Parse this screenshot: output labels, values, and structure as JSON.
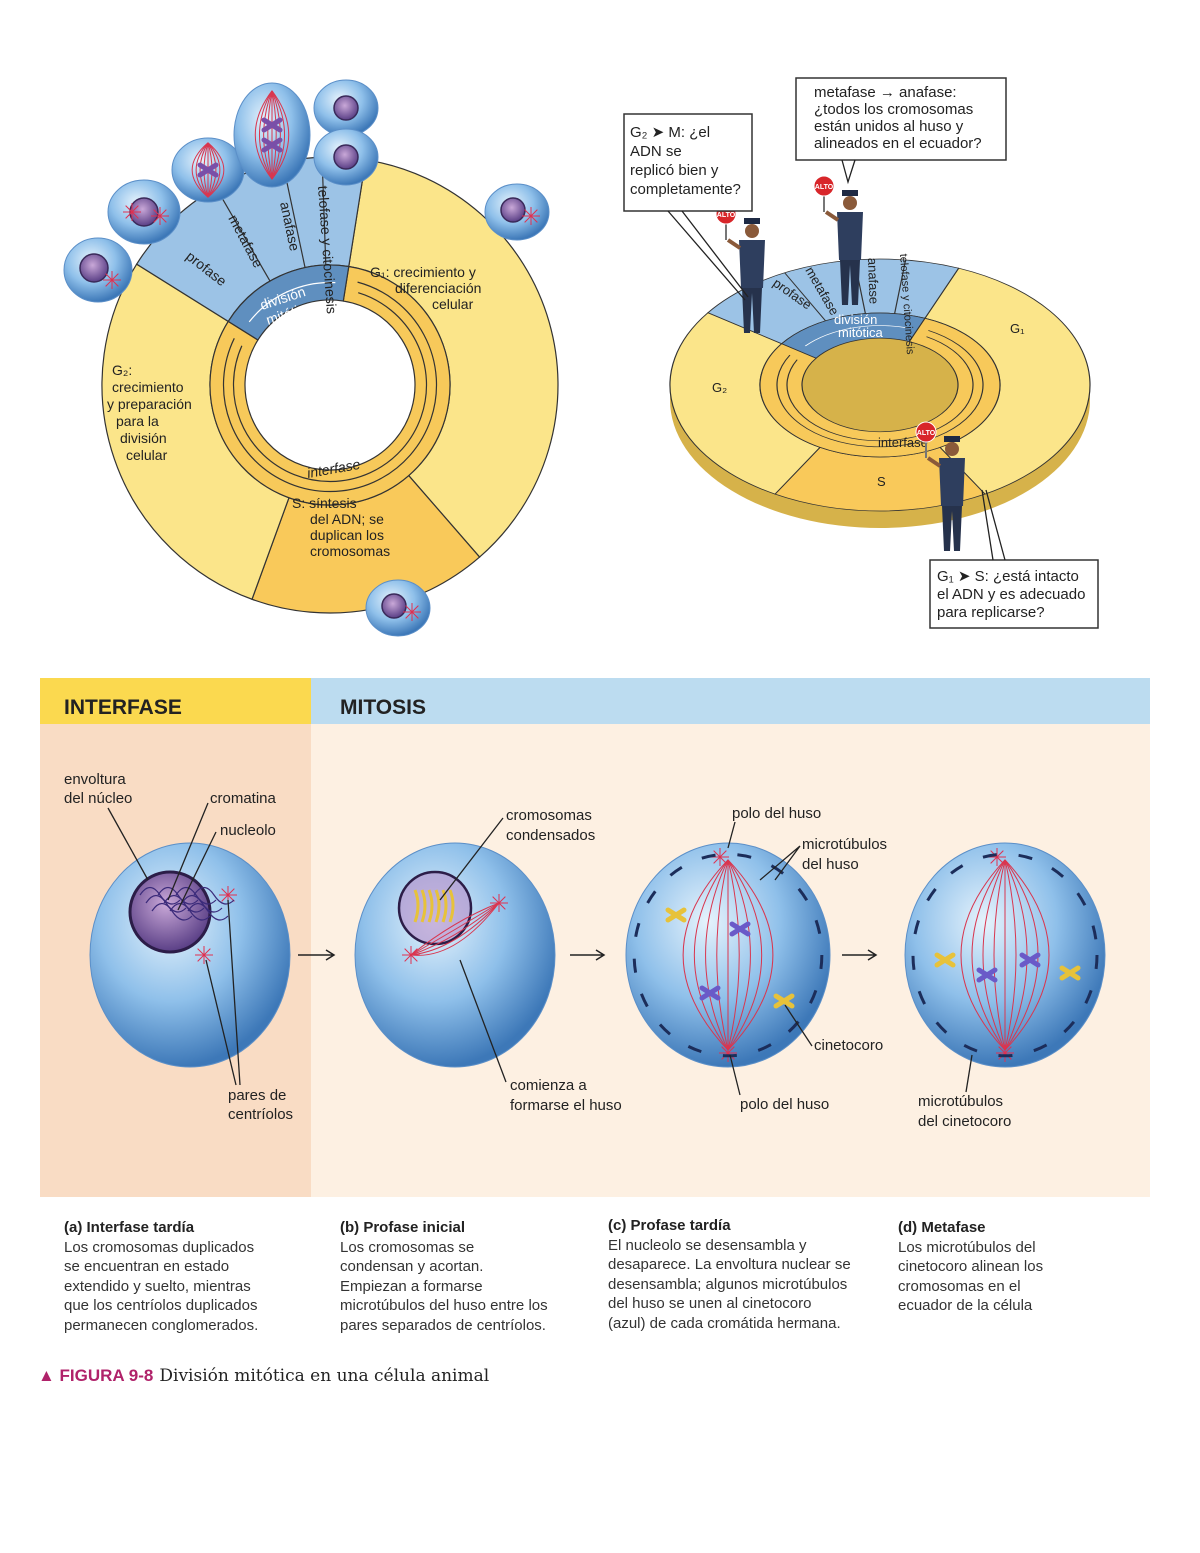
{
  "colors": {
    "g_phase": "#fbe58a",
    "s_phase": "#f9c95a",
    "mitosis": "#9cc3e6",
    "mitosis_band": "#5f8fbf",
    "interfase_header": "#fbd94f",
    "mitosis_header": "#bcdcf0",
    "interfase_bg": "#f9dcc4",
    "mitosis_bg": "#fdf0e2",
    "caption_accent": "#b0226a",
    "cell": "#7fb4e4"
  },
  "left_wheel": {
    "mitosis_phases": [
      "profase",
      "metafase",
      "anafase",
      "telofase y citocinesis"
    ],
    "mitosis_band": [
      "división",
      "mitótica"
    ],
    "g1": [
      "G₁: crecimiento y",
      "diferenciación",
      "celular"
    ],
    "g2": [
      "G₂:",
      "crecimiento",
      "y preparación",
      "para la",
      "división",
      "celular"
    ],
    "s": [
      "S: síntesis",
      "del ADN; se",
      "duplican los",
      "cromosomas"
    ],
    "interfase": "interfase"
  },
  "right_wheel": {
    "mitosis_phases": [
      "profase",
      "metafase",
      "anafase",
      "telofase y citocinesis"
    ],
    "mitosis_band": [
      "división",
      "mitótica"
    ],
    "g1": "G₁",
    "g2": "G₂",
    "s": "S",
    "interfase": "interfase",
    "stop_sign": "ALTO",
    "callouts": {
      "g2_m": [
        "G₂ ➤ M: ¿el",
        "ADN se",
        "replicó bien y",
        "completamente?"
      ],
      "meta_ana": [
        "metafase → anafase:",
        "¿todos los cromosomas",
        "están unidos al huso y",
        "alineados en el ecuador?"
      ],
      "g1_s": [
        "G₁ ➤ S: ¿está intacto",
        "el ADN y es adecuado",
        "para replicarse?"
      ]
    }
  },
  "panel": {
    "interfase_header": "INTERFASE",
    "mitosis_header": "MITOSIS",
    "labels": {
      "envoltura": [
        "envoltura",
        "del núcleo"
      ],
      "cromatina": "cromatina",
      "nucleolo": "nucleolo",
      "centriolos": [
        "pares de",
        "centríolos"
      ],
      "cromosomas": [
        "cromosomas",
        "condensados"
      ],
      "comienza": [
        "comienza a",
        "formarse el huso"
      ],
      "polo_top": "polo del huso",
      "microtubulos_huso": [
        "microtúbulos",
        "del huso"
      ],
      "cinetocoro": "cinetocoro",
      "polo_bottom": "polo del huso",
      "microtubulos_cinetocoro": [
        "microtúbulos",
        "del cinetocoro"
      ]
    }
  },
  "captions": [
    {
      "title": "(a) Interfase tardía",
      "lines": [
        "Los cromosomas duplicados",
        "se encuentran en estado",
        "extendido y suelto, mientras",
        "que los centríolos duplicados",
        "permanecen conglomerados."
      ]
    },
    {
      "title": "(b) Profase inicial",
      "lines": [
        "Los cromosomas se",
        "condensan y acortan.",
        "Empiezan a formarse",
        "microtúbulos del huso entre los",
        "pares separados de centríolos."
      ]
    },
    {
      "title": "(c) Profase tardía",
      "lines": [
        "El nucleolo se desensambla y",
        "desaparece. La envoltura nuclear se",
        "desensambla; algunos microtúbulos",
        "del huso se unen al cinetocoro",
        "(azul) de cada cromátida hermana."
      ]
    },
    {
      "title": "(d) Metafase",
      "lines": [
        "Los microtúbulos del",
        "cinetocoro alinean los",
        "cromosomas en el",
        "ecuador de la célula"
      ]
    }
  ],
  "figure": {
    "marker": "▲ FIGURA 9-8",
    "title": "División mitótica en una célula animal"
  }
}
